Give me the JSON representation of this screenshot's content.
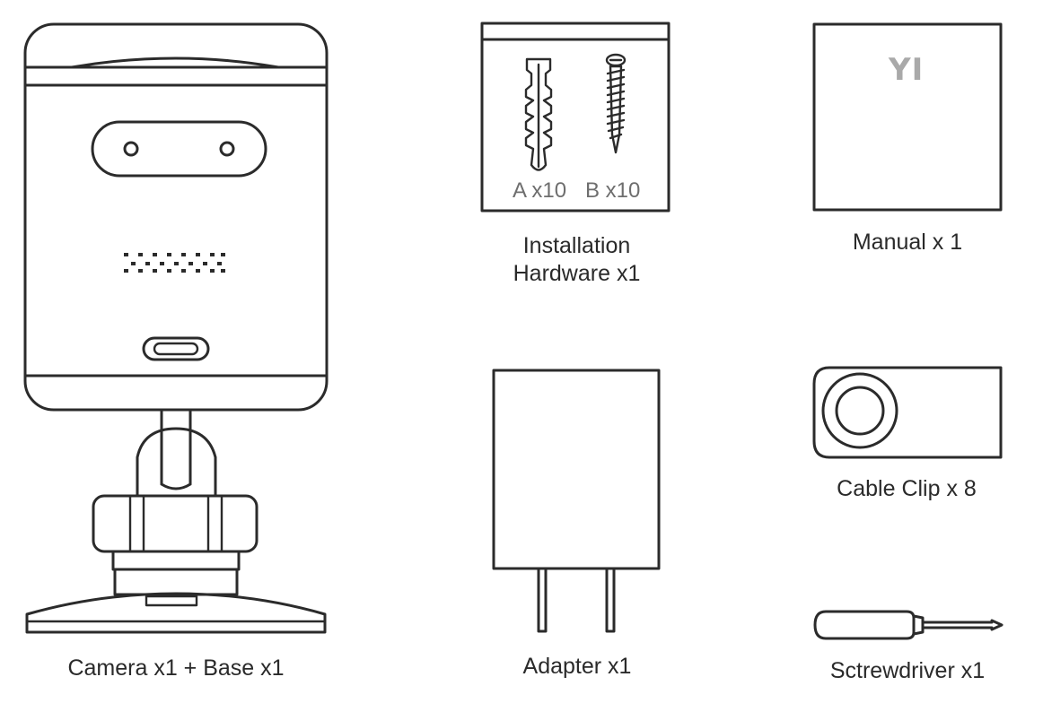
{
  "items": {
    "camera": {
      "label": "Camera x1 + Base x1"
    },
    "hardware": {
      "label_line1": "Installation",
      "label_line2": "Hardware x1",
      "anchor_label": "A x10",
      "screw_label": "B x10"
    },
    "manual": {
      "label": "Manual x 1",
      "logo": "YI"
    },
    "adapter": {
      "label": "Adapter x1"
    },
    "cable_clip": {
      "label": "Cable Clip x 8"
    },
    "screwdriver": {
      "label": "Sctrewdriver x1"
    }
  }
}
